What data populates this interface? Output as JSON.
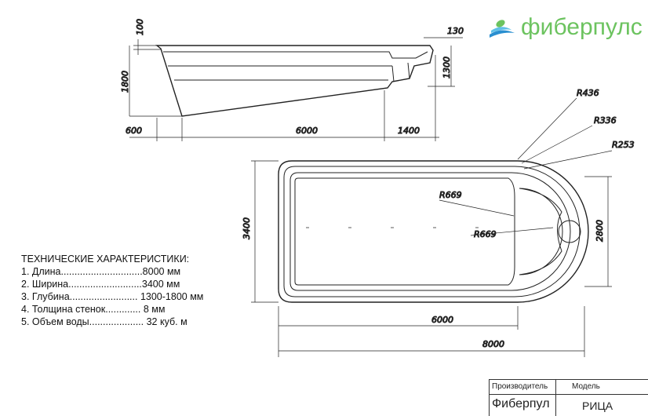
{
  "logo": {
    "text": "фиберпулс",
    "colors": {
      "green": "#6cc35f",
      "blue": "#2a8fd0"
    }
  },
  "side_view": {
    "dims": {
      "lip": "100",
      "depth_max": "1800",
      "left_step": "600",
      "main_length": "6000",
      "right_length": "1400",
      "right_lip": "130",
      "depth_min": "1300"
    }
  },
  "plan_view": {
    "dims": {
      "width": "3400",
      "width_inner": "2800",
      "length_main": "6000",
      "length_total": "8000",
      "r1": "R436",
      "r2": "R336",
      "r3": "R253",
      "r4": "R669",
      "r5": "R669"
    }
  },
  "specs": {
    "title": "ТЕХНИЧЕСКИЕ ХАРАКТЕРИСТИКИ:",
    "items": [
      "1. Длина..............................8000 мм",
      "2. Ширина...........................3400 мм",
      "3. Глубина......................... 1300-1800 мм",
      "4. Толщина стенок............. 8 мм",
      "5. Объем воды.................... 32 куб. м"
    ]
  },
  "stamp": {
    "manufacturer_label": "Производитель",
    "model_label": "Модель",
    "manufacturer": "Фиберпул",
    "model": "РИЦА"
  }
}
